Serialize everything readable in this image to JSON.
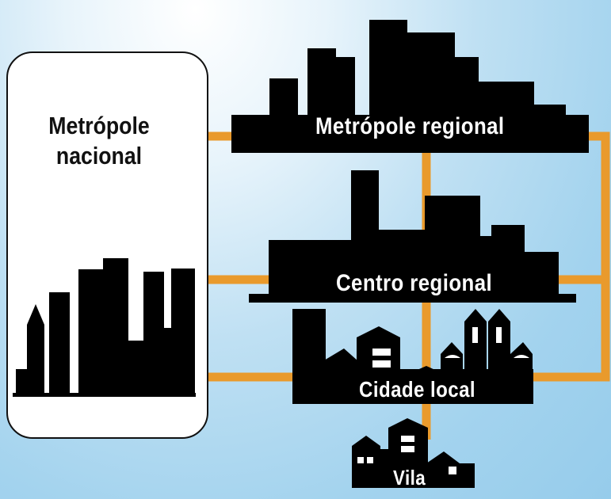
{
  "labels": {
    "nacional_line1": "Metrópole",
    "nacional_line2": "nacional",
    "regional": "Metrópole regional",
    "centro": "Centro regional",
    "cidade": "Cidade local",
    "vila": "Vila"
  },
  "colors": {
    "connector": "#e99a2c",
    "building": "#000000",
    "panel": "#ffffff",
    "background": "#a3d3ee"
  }
}
